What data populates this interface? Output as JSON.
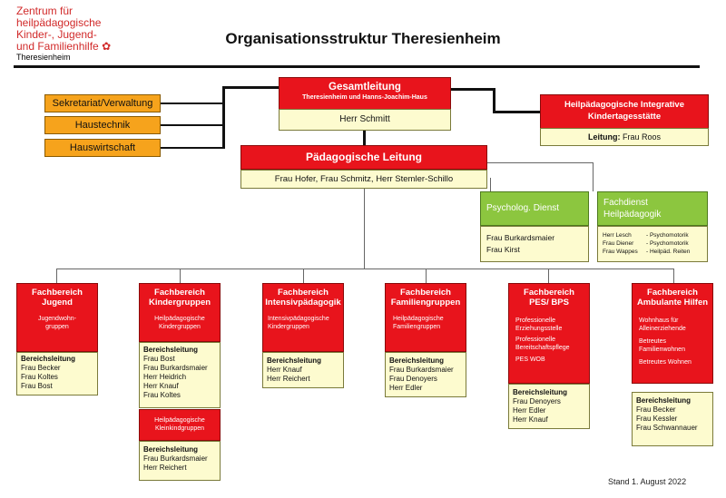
{
  "logo": {
    "line1": "Zentrum für",
    "line2": "heilpädagogische",
    "line3": "Kinder-, Jugend-",
    "line4": "und Familienhilfe",
    "sub": "Theresienheim"
  },
  "page_title": "Organisationsstruktur Theresienheim",
  "gesamtleitung": {
    "title": "Gesamtleitung",
    "subtitle": "Theresienheim und Hanns-Joachim-Haus",
    "person": "Herr Schmitt"
  },
  "staff_units": [
    "Sekretariat/Verwaltung",
    "Haustechnik",
    "Hauswirtschaft"
  ],
  "kita": {
    "title_line1": "Heilpädagogische Integrative",
    "title_line2": "Kindertagesstätte",
    "leitung_label": "Leitung:",
    "leitung_name": "Frau Roos"
  },
  "paed_leitung": {
    "title": "Pädagogische Leitung",
    "persons": "Frau Hofer, Frau Schmitz, Herr Stemler-Schillo"
  },
  "psych": {
    "title": "Psycholog. Dienst",
    "persons": [
      "Frau Burkardsmaier",
      "Frau Kirst"
    ]
  },
  "fachdienst": {
    "title_line1": "Fachdienst",
    "title_line2": "Heilpädagogik",
    "rows": [
      {
        "name": "Herr Lesch",
        "role": "- Psychomotorik"
      },
      {
        "name": "Frau Diener",
        "role": "- Psychomotorik"
      },
      {
        "name": "Frau Wappes",
        "role": "- Heilpäd. Reiten"
      }
    ]
  },
  "fachbereiche": [
    {
      "head1": "Fachbereich",
      "head2": "Jugend",
      "sub": [
        "Jugendwohn-",
        "gruppen"
      ],
      "leitung_label": "Bereichsleitung",
      "names": [
        "Frau Becker",
        "Frau Koltes",
        "Frau Bost"
      ]
    },
    {
      "head1": "Fachbereich",
      "head2": "Kindergruppen",
      "sub": [
        "Heilpädagogische",
        "Kindergruppen"
      ],
      "leitung_label": "Bereichsleitung",
      "names": [
        "Frau Bost",
        "Frau Burkardsmaier",
        "Herr Heidrich",
        "Herr Knauf",
        "Frau Koltes"
      ],
      "sub2": [
        "Heilpädagogische",
        "Kleinkindgruppen"
      ],
      "leitung2_label": "Bereichsleitung",
      "names2": [
        "Frau Burkardsmaier",
        "Herr Reichert"
      ]
    },
    {
      "head1": "Fachbereich",
      "head2": "Intensivpädagogik",
      "sub": [
        "Intensivpädagogische",
        "Kindergruppen"
      ],
      "leitung_label": "Bereichsleitung",
      "names": [
        "Herr Knauf",
        "Herr Reichert"
      ]
    },
    {
      "head1": "Fachbereich",
      "head2": "Familiengruppen",
      "sub": [
        "Heilpädagogische",
        "Familiengruppen"
      ],
      "leitung_label": "Bereichsleitung",
      "names": [
        "Frau Burkardsmaier",
        "Frau Denoyers",
        "Herr Edler"
      ]
    },
    {
      "head1": "Fachbereich",
      "head2": "PES/ BPS",
      "sub": [
        "Professionelle",
        "Erziehungsstelle",
        "Professionelle",
        "Bereitschaftspflege",
        "PES WOB"
      ],
      "leitung_label": "Bereichsleitung",
      "names": [
        "Frau Denoyers",
        "Herr Edler",
        "Herr Knauf"
      ]
    },
    {
      "head1": "Fachbereich",
      "head2": "Ambulante Hilfen",
      "sub": [
        "Wohnhaus für",
        "Alleinerziehende",
        "Betreutes",
        "Familienwohnen",
        "Betreutes Wohnen"
      ],
      "leitung_label": "Bereichsleitung",
      "names": [
        "Frau Becker",
        "Frau Kessler",
        "Frau Schwannauer"
      ]
    }
  ],
  "footer": "Stand 1. August 2022",
  "colors": {
    "red": "#e8141c",
    "yellow": "#fdfbcf",
    "orange": "#f6a31c",
    "green": "#8cc63f"
  }
}
